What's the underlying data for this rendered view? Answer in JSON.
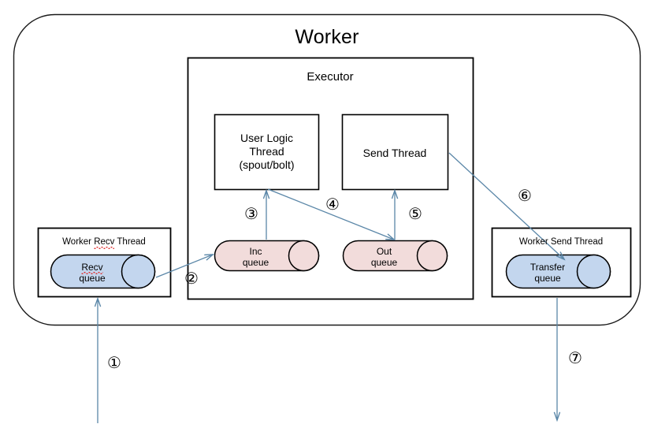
{
  "diagram": {
    "title": "Worker",
    "executor_title": "Executor",
    "boxes": {
      "user_logic_thread": "User Logic\nThread\n(spout/bolt)",
      "send_thread": "Send Thread",
      "worker_recv_thread_pre": "Worker ",
      "worker_recv_thread_mis": "Recv",
      "worker_recv_thread_post": " Thread",
      "worker_send_thread": "Worker Send Thread"
    },
    "queues": {
      "recv_queue_l1": "Recv",
      "recv_queue_l2": "queue",
      "inc_queue_l1": "Inc",
      "inc_queue_l2": "queue",
      "out_queue_l1": "Out",
      "out_queue_l2": "queue",
      "transfer_queue_l1": "Transfer",
      "transfer_queue_l2": "queue"
    },
    "steps": [
      {
        "id": "step-1",
        "label": "①"
      },
      {
        "id": "step-2",
        "label": "②"
      },
      {
        "id": "step-3",
        "label": "③"
      },
      {
        "id": "step-4",
        "label": "④"
      },
      {
        "id": "step-5",
        "label": "⑤"
      },
      {
        "id": "step-6",
        "label": "⑥"
      },
      {
        "id": "step-7",
        "label": "⑦"
      }
    ],
    "colors": {
      "queue_blue_fill": "#c3d6ee",
      "queue_pink_fill": "#f2dcdb",
      "shape_stroke": "#000000",
      "arrow_stroke": "#5b87a8",
      "background": "#ffffff",
      "squiggle_red": "#e03030"
    }
  }
}
